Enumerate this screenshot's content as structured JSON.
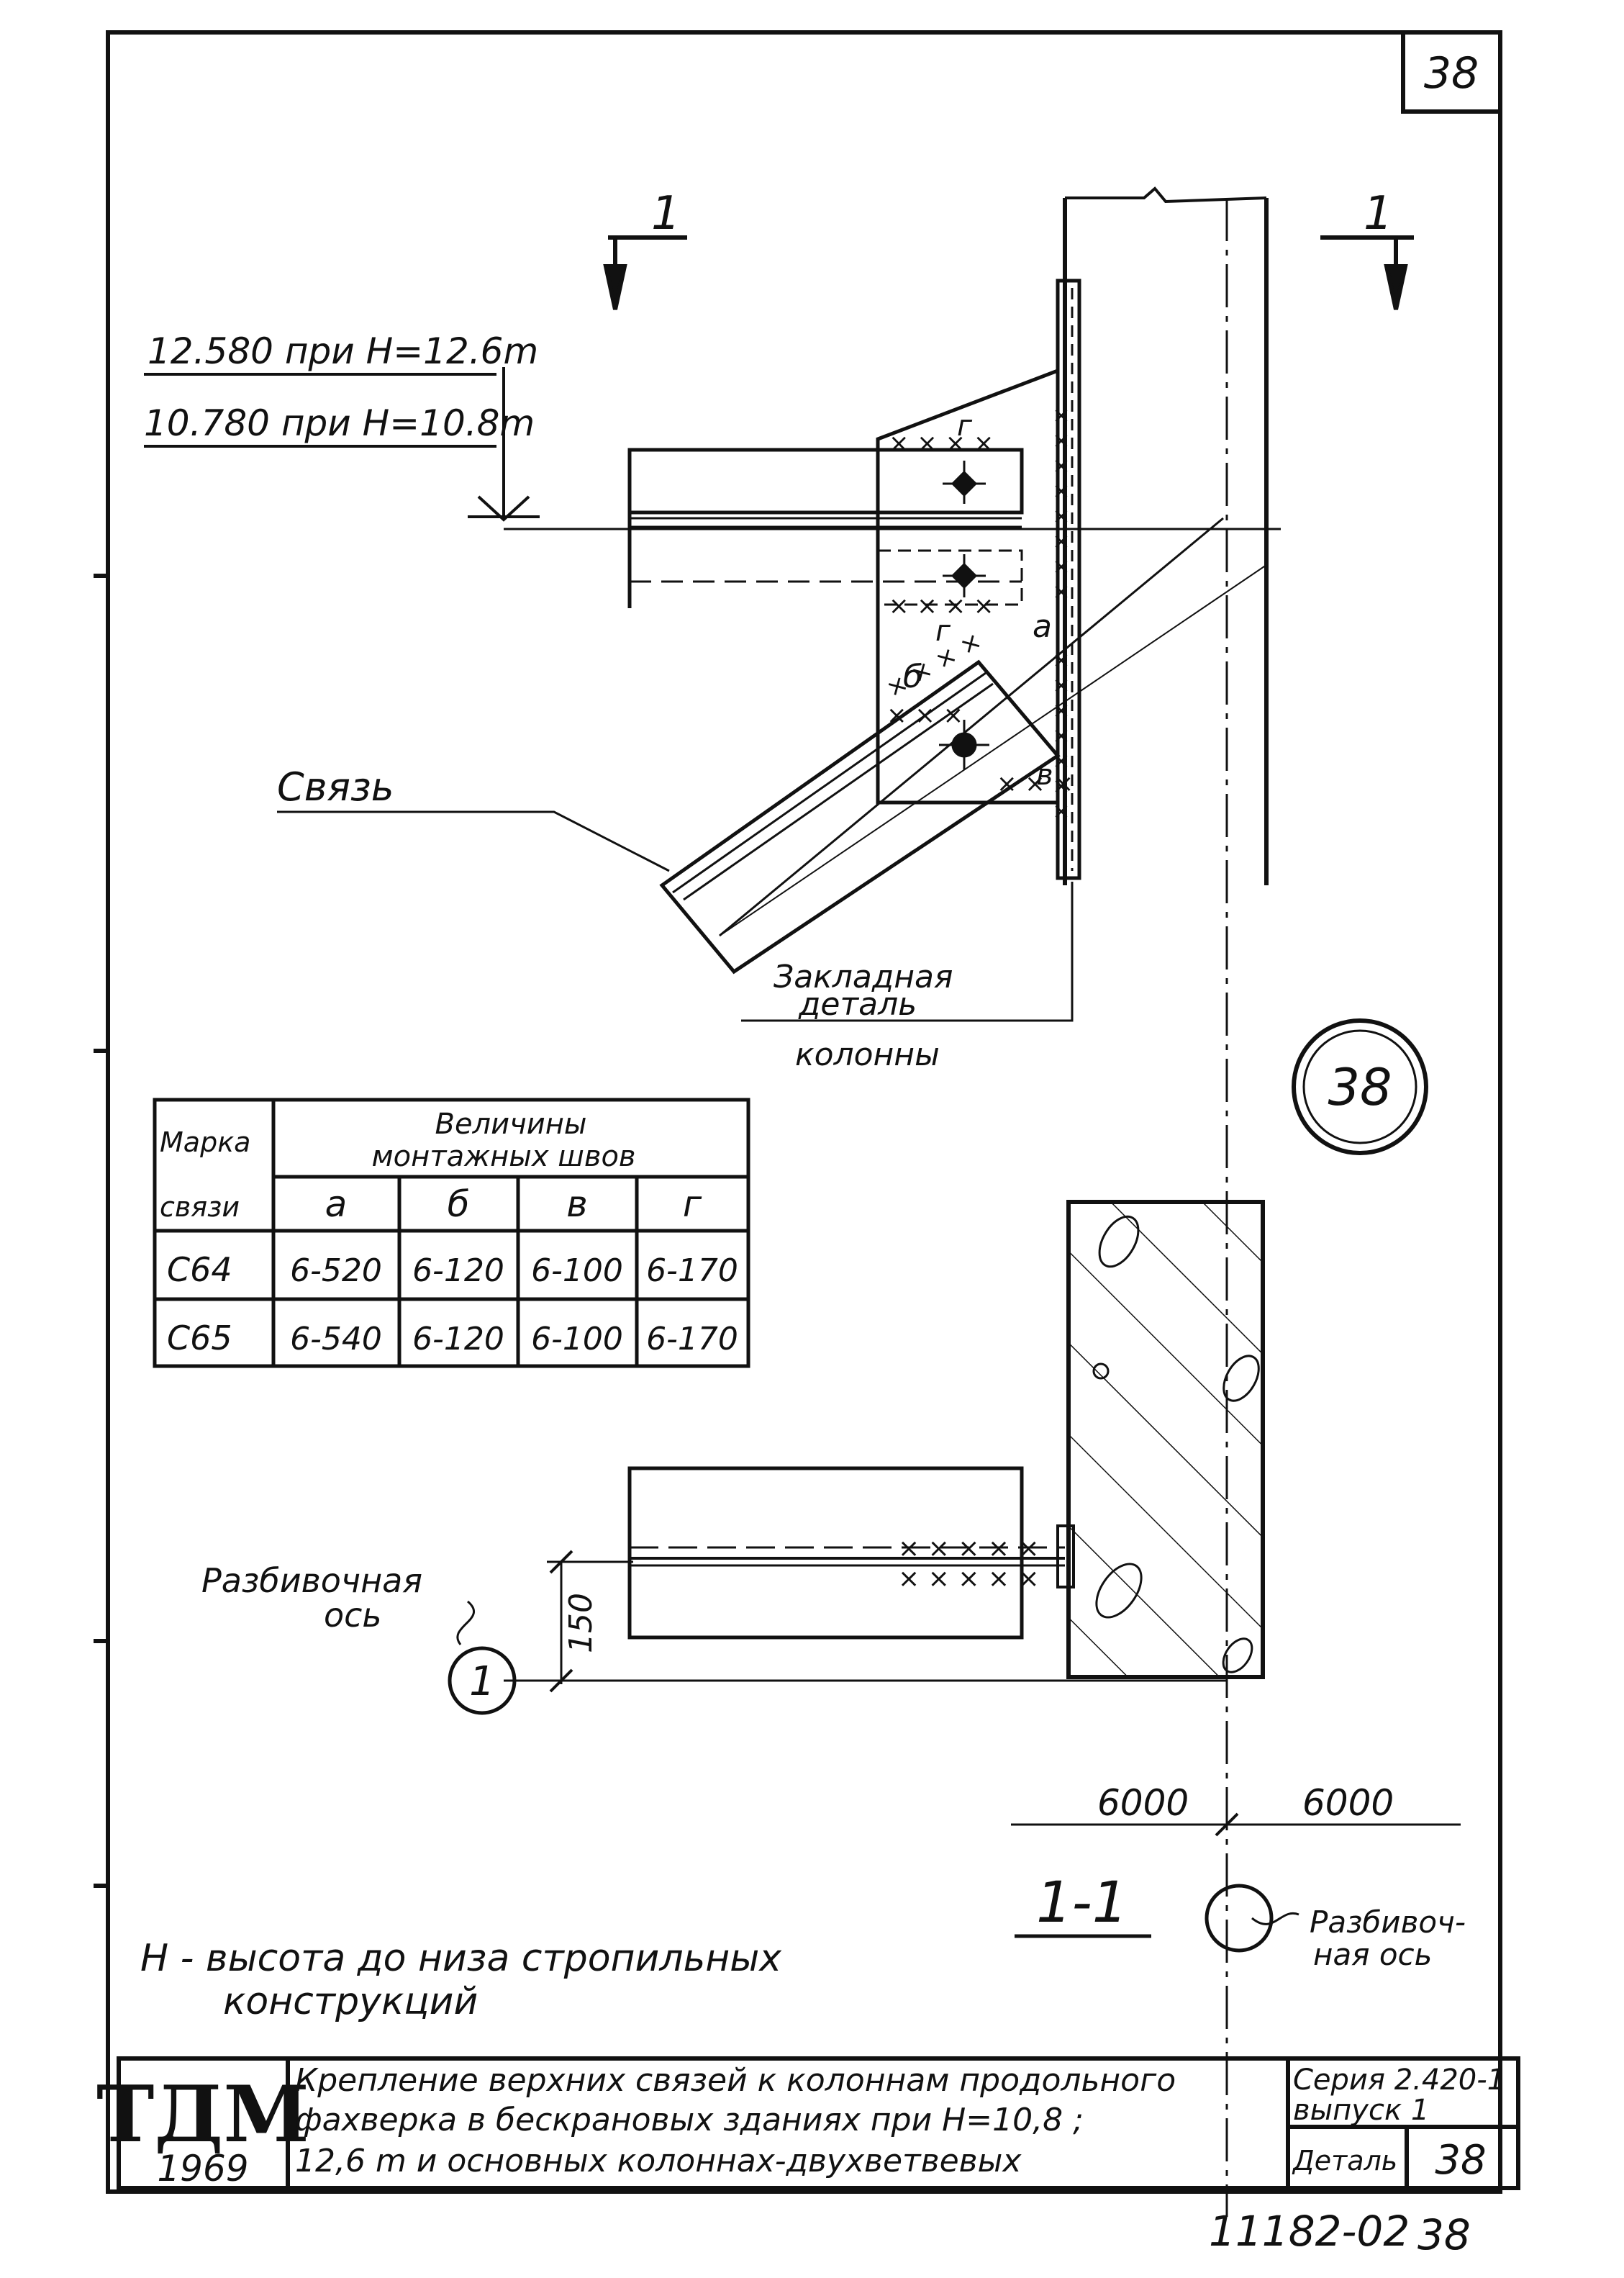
{
  "sheet_number": "38",
  "section_marks": {
    "left": "1",
    "right": "1"
  },
  "elevations": {
    "upper": "12.580 при H=12.6m",
    "lower": "10.780 при H=10.8m"
  },
  "weld_letters": [
    "а",
    "б",
    "в",
    "г",
    "г"
  ],
  "labels": {
    "brace": "Связь",
    "embedded_part_line1": "Закладная",
    "embedded_part_line2": "деталь",
    "embedded_part_line3": "колонны",
    "detail_circle": "38",
    "grid_axis_left_line1": "Разбивочная",
    "grid_axis_left_line2": "ось",
    "grid_axis_left_number": "1",
    "grid_axis_right_line1": "Разбивоч-",
    "grid_axis_right_line2": "ная ось",
    "dim_150": "150",
    "dim_left": "6000",
    "dim_right": "6000",
    "section_title": "1-1",
    "note_line1": "H - высота до низа стропильных",
    "note_line2": "конструкций"
  },
  "weld_table": {
    "header_mark_line1": "Марка",
    "header_mark_line2": "связи",
    "header_values_line1": "Величины",
    "header_values_line2": "монтажных швов",
    "columns": [
      "а",
      "б",
      "в",
      "г"
    ],
    "rows": [
      {
        "mark": "С64",
        "values": [
          "6-520",
          "6-120",
          "6-100",
          "6-170"
        ]
      },
      {
        "mark": "С65",
        "values": [
          "6-540",
          "6-120",
          "6-100",
          "6-170"
        ]
      }
    ]
  },
  "title_block": {
    "logo": "ТДМ",
    "year": "1969",
    "title_line1": "Крепление верхних связей к колоннам продольного",
    "title_line2": "фахверка в бескрановых зданиях при H=10,8 ;",
    "title_line3": "12,6 m и основных колоннах-двухветвевых",
    "series_label": "Серия 2.420-1",
    "issue_label": "выпуск 1",
    "detail_label": "Деталь",
    "detail_value": "38"
  },
  "archive_number": "11182-02",
  "archive_sheet": "38"
}
